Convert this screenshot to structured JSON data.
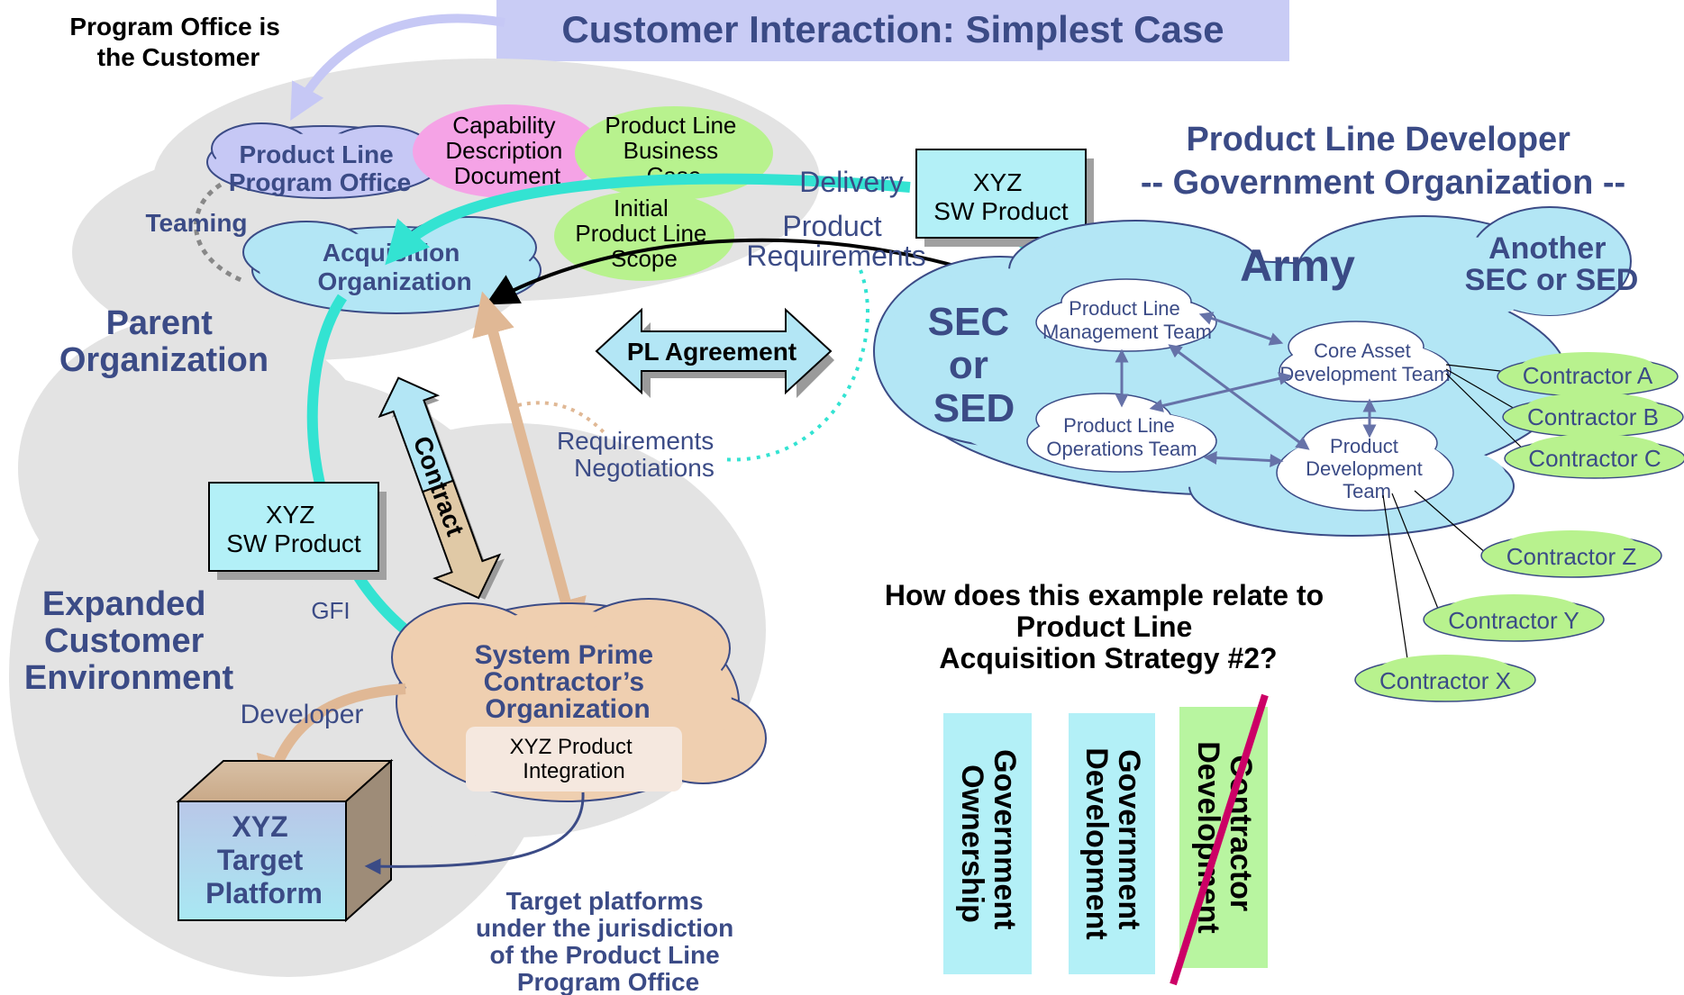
{
  "title": "Customer Interaction:  Simplest Case",
  "program_office_note": [
    "Program Office is",
    "the Customer"
  ],
  "parent_org": {
    "label": [
      "Parent",
      "Organization"
    ],
    "plpo": [
      "Product Line",
      "Program Office"
    ],
    "acq": [
      "Acquisition",
      "Organization"
    ],
    "teaming": "Teaming",
    "capability_doc": [
      "Capability",
      "Description",
      "Document"
    ],
    "business_case": [
      "Product Line",
      "Business",
      "Case"
    ],
    "initial_scope": [
      "Initial",
      "Product Line",
      "Scope"
    ]
  },
  "delivery": "Delivery",
  "product_requirements": [
    "Product",
    "Requirements"
  ],
  "xyz_product_top": [
    "XYZ",
    "SW Product"
  ],
  "developer_title": [
    "Product Line Developer",
    "-- Government Organization --"
  ],
  "army": {
    "label": "Army",
    "sec_sed": [
      "SEC",
      "or",
      "SED"
    ],
    "another": [
      "Another",
      "SEC or SED"
    ],
    "plmt": [
      "Product Line",
      "Management Team"
    ],
    "cadt": [
      "Core Asset",
      "Development Team"
    ],
    "plot": [
      "Product Line",
      "Operations Team"
    ],
    "pdt": [
      "Product",
      "Development",
      "Team"
    ]
  },
  "contractors": [
    "Contractor A",
    "Contractor B",
    "Contractor C",
    "Contractor Z",
    "Contractor Y",
    "Contractor X"
  ],
  "pl_agreement": "PL Agreement",
  "req_negotiations": [
    "Requirements",
    "Negotiations"
  ],
  "contract": "Contract",
  "xyz_product_left": [
    "XYZ",
    "SW Product"
  ],
  "gfi": "GFI",
  "expanded_env": [
    "Expanded",
    "Customer",
    "Environment"
  ],
  "developer": "Developer",
  "system_prime": [
    "System Prime",
    "Contractor’s",
    "Organization"
  ],
  "integration": [
    "XYZ Product",
    "Integration"
  ],
  "target_platform": [
    "XYZ",
    "Target",
    "Platform"
  ],
  "target_note": [
    "Target platforms",
    "under the jurisdiction",
    "of the Product Line",
    "Program Office"
  ],
  "question": [
    "How does this example relate to",
    "Product Line",
    "Acquisition Strategy #2?"
  ],
  "strategy_columns": [
    {
      "lines": [
        "Government",
        "Ownership"
      ],
      "color": "#b3f0f7"
    },
    {
      "lines": [
        "Government",
        "Development"
      ],
      "color": "#b3f0f7"
    },
    {
      "lines": [
        "Contractor",
        "Development"
      ],
      "color": "#b8f5a0"
    }
  ],
  "colors": {
    "title_band": "#c9ccf5",
    "text_navy": "#3b4b86",
    "cloud_blue": "#b3e6f5",
    "cloud_lavender": "#c6c8f5",
    "cloud_tan": "#efcfb0",
    "cloud_green": "#b8f28e",
    "ellipse_pink": "#f5a3e6",
    "arrow_teal": "#33e3d2",
    "arrow_tan": "#e0b895",
    "strike_magenta": "#cc0066"
  }
}
